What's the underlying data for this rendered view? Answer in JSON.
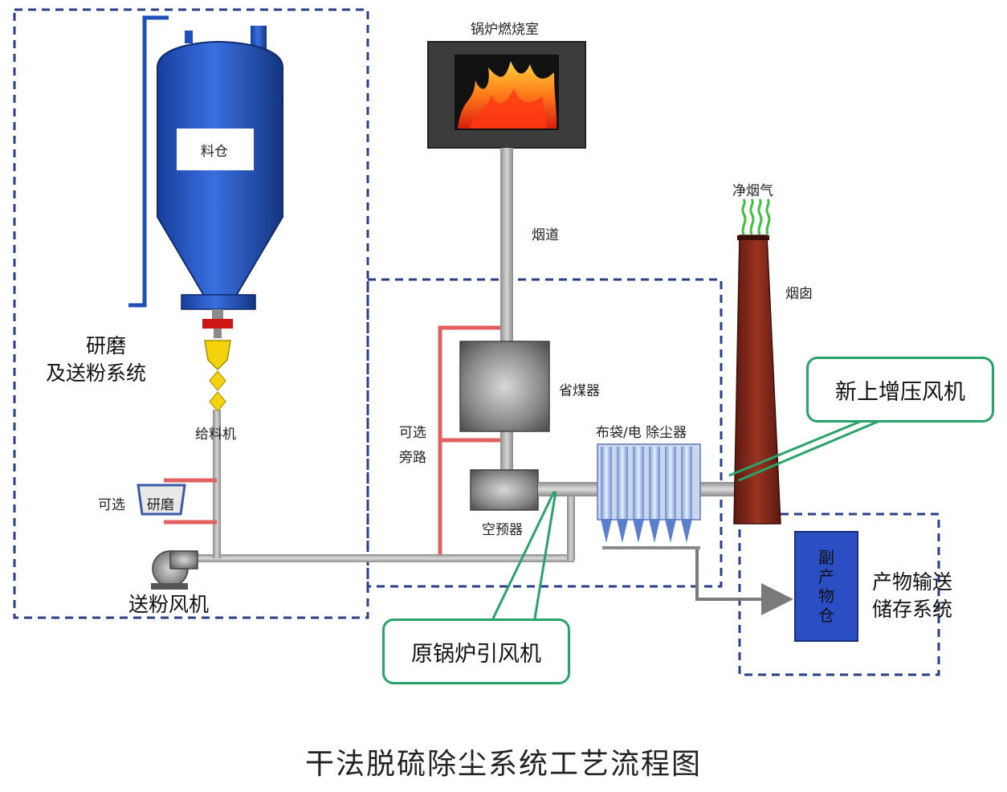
{
  "diagram": {
    "title": "干法脱硫除尘系统工艺流程图",
    "components": {
      "boiler": "锅炉燃烧室",
      "silo": "料仓",
      "flue": "烟道",
      "clean_gas": "净烟气",
      "chimney": "烟囱",
      "economizer": "省煤器",
      "optional_bypass_line1": "可选",
      "optional_bypass_line2": "旁路",
      "filter": "布袋/电 除尘器",
      "feeder": "给料机",
      "optional": "可选",
      "grinder": "研磨",
      "air_preheater": "空预器",
      "powder_fan": "送粉风机",
      "byproduct_silo": [
        "副",
        "产",
        "物",
        "仓"
      ]
    },
    "systems": {
      "grinding_line1": "研磨",
      "grinding_line2": "及送粉系统",
      "product_line1": "产物输送",
      "product_line2": "储存系统"
    },
    "callouts": {
      "new_booster_fan": "新上增压风机",
      "original_id_fan": "原锅炉引风机"
    },
    "colors": {
      "silo_blue": "#1f4fb8",
      "flame_red": "#e0301a",
      "chimney_red": "#8a2a18",
      "callout_green": "#2aa36b",
      "dashed_navy": "#2a3f8a",
      "bypass_red": "#e06060",
      "byproduct_blue": "#2b4ec4"
    }
  }
}
